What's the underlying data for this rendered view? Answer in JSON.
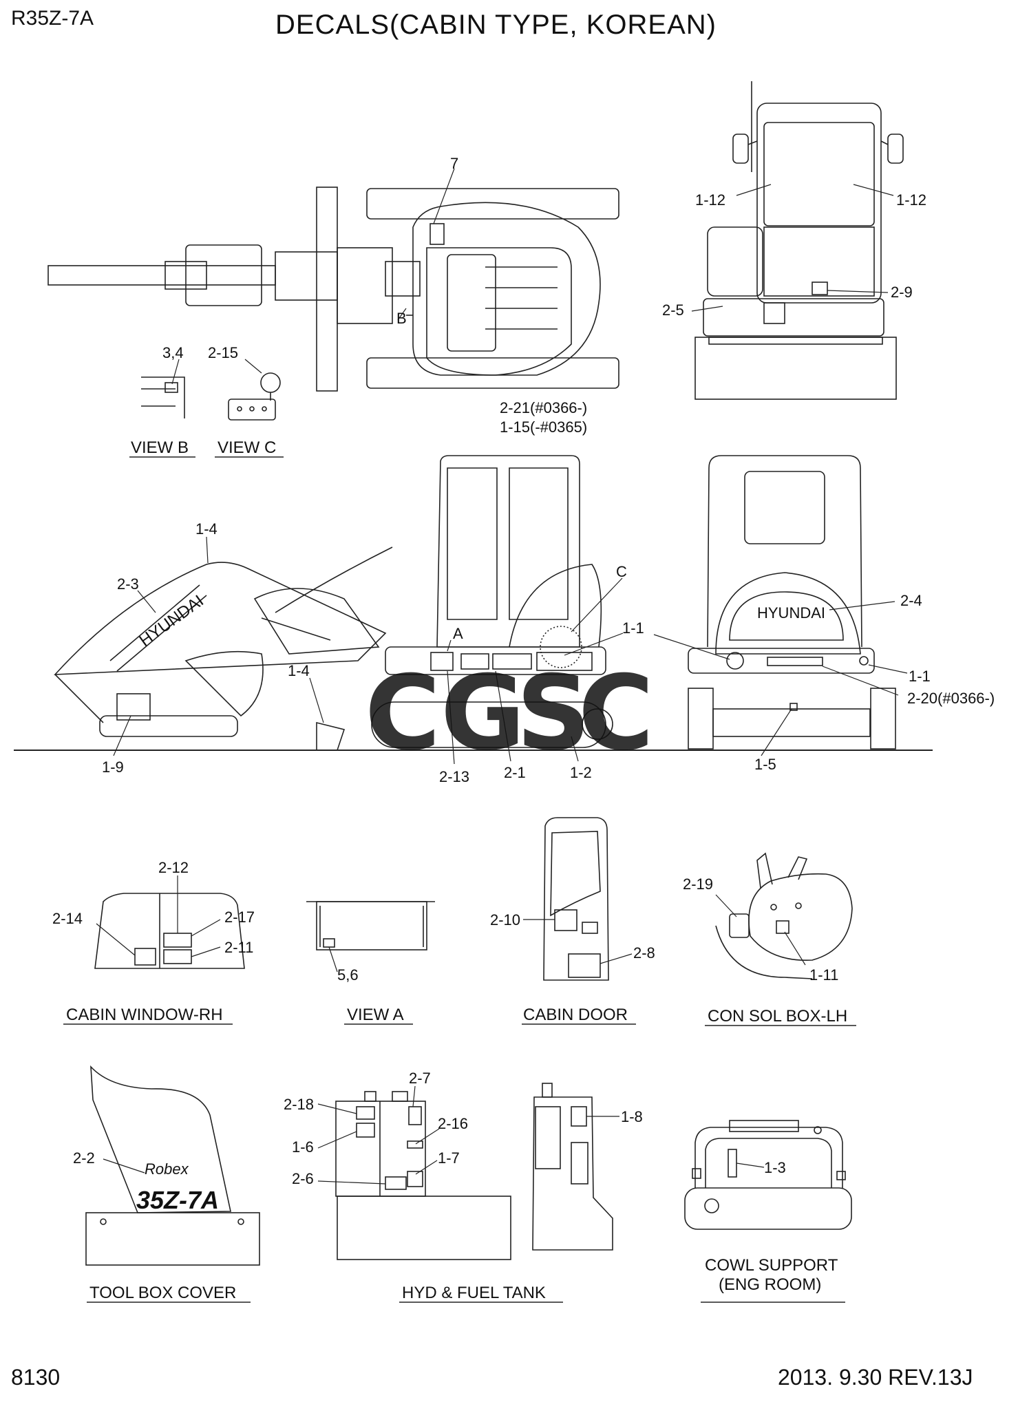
{
  "header": {
    "model": "R35Z-7A",
    "title": "DECALS(CABIN TYPE, KOREAN)"
  },
  "footer": {
    "page": "8130",
    "revision": "2013. 9.30  REV.13J"
  },
  "watermark": {
    "letters": [
      "C",
      "G",
      "S",
      "C"
    ],
    "colors": [
      "#4f8ef0",
      "#e8504a",
      "#f6c433",
      "#3fb276"
    ]
  },
  "brand_text": {
    "boom": "HYUNDAI",
    "rear": "HYUNDAI",
    "model_mark": "35Z-7A",
    "script": "Robex"
  },
  "callouts": {
    "c7": "7",
    "c1_12_l": "1-12",
    "c1_12_r": "1-12",
    "c2_9": "2-9",
    "c2_5": "2-5",
    "cB": "B",
    "c3_4": "3,4",
    "c2_15": "2-15",
    "c2_21": "2-21(#0366-)",
    "c1_15": "1-15(-#0365)",
    "c1_4a": "1-4",
    "c2_3": "2-3",
    "cC": "C",
    "c2_4": "2-4",
    "cA": "A",
    "c1_1a": "1-1",
    "c1_1b": "1-1",
    "c2_20": "2-20(#0366-)",
    "c1_4b": "1-4",
    "c1_9": "1-9",
    "c2_13": "2-13",
    "c2_1": "2-1",
    "c1_2": "1-2",
    "c1_5": "1-5",
    "c2_12": "2-12",
    "c2_14": "2-14",
    "c2_17": "2-17",
    "c2_11": "2-11",
    "c5_6": "5,6",
    "c2_10": "2-10",
    "c2_8": "2-8",
    "c2_19": "2-19",
    "c1_11": "1-11",
    "c2_2": "2-2",
    "c2_18": "2-18",
    "c2_7": "2-7",
    "c2_16": "2-16",
    "c1_6": "1-6",
    "c1_7": "1-7",
    "c2_6": "2-6",
    "c1_8": "1-8",
    "c1_3": "1-3"
  },
  "captions": {
    "view_b": "VIEW B",
    "view_c": "VIEW C",
    "cabin_window": "CABIN WINDOW-RH",
    "view_a": "VIEW A",
    "cabin_door": "CABIN DOOR",
    "console_box": "CON SOL BOX-LH",
    "tool_box": "TOOL BOX COVER",
    "hyd_fuel": "HYD & FUEL TANK",
    "cowl_1": "COWL SUPPORT",
    "cowl_2": "(ENG ROOM)"
  }
}
